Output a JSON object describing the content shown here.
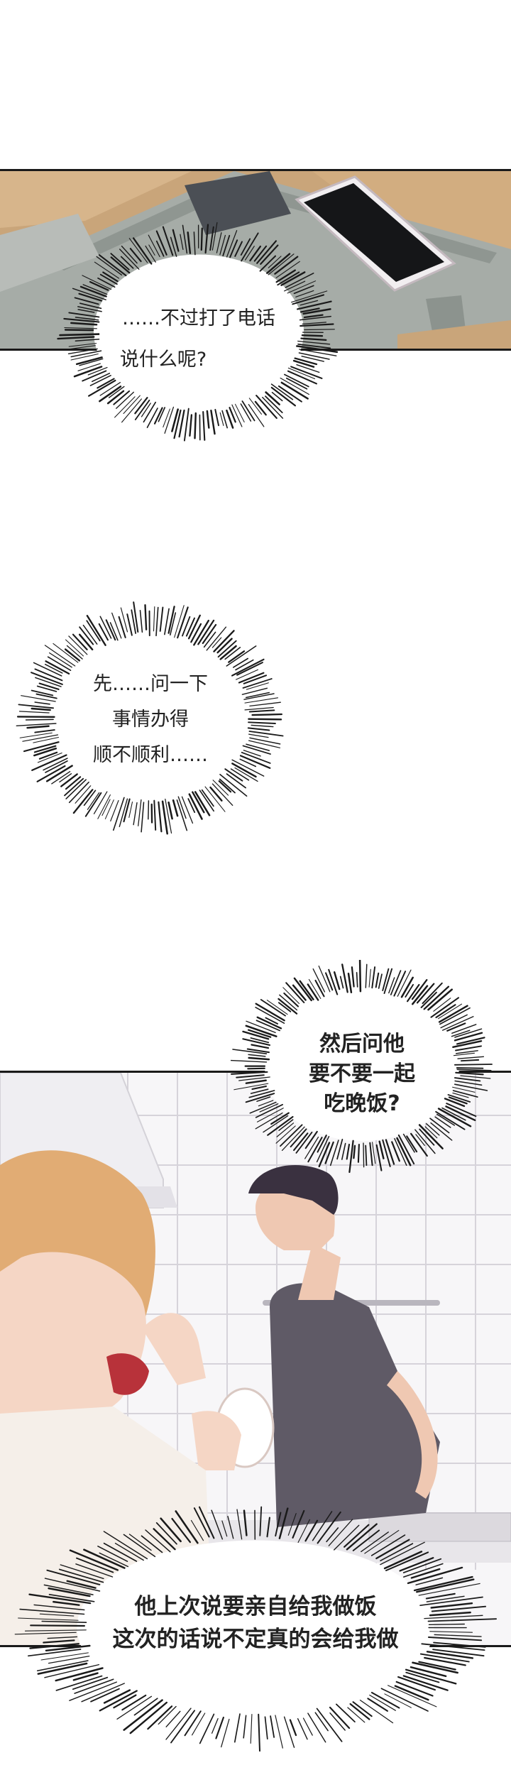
{
  "panels": {
    "desk": {
      "description_icon": "phone-on-desk"
    },
    "kitchen": {
      "description_icon": "kitchen-scene"
    }
  },
  "bubbles": {
    "b1": {
      "lines": [
        "……不过打了电话",
        "说什么呢?"
      ]
    },
    "b2": {
      "lines": [
        "先……问一下",
        "事情办得",
        "顺不顺利……"
      ]
    },
    "b3": {
      "lines": [
        "然后问他",
        "要不要一起",
        "吃晚饭?"
      ]
    },
    "b4": {
      "lines": [
        "他上次说要亲自给我做饭",
        "这次的话说不定真的会给我做"
      ]
    }
  },
  "colors": {
    "panel_border": "#1a1a1a",
    "wood": "#c9a57a",
    "desk_grey": "#9aa29c",
    "tile_line": "#c9c6cf",
    "hair_blond": "#e1ac74",
    "hair_dark": "#3a3140",
    "shirt": "#5f5a66",
    "skin": "#f2cdb9"
  }
}
